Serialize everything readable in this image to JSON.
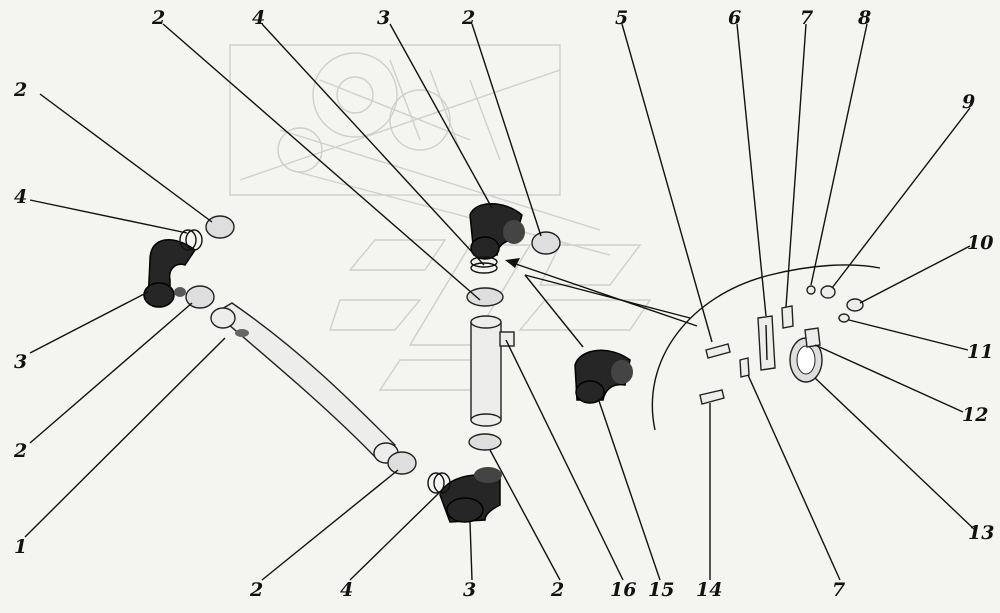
{
  "callouts": [
    {
      "id": "c-2-top-left",
      "text": "2"
    },
    {
      "id": "c-4-left",
      "text": "4"
    },
    {
      "id": "c-3-left",
      "text": "3"
    },
    {
      "id": "c-2-left",
      "text": "2"
    },
    {
      "id": "c-1",
      "text": "1"
    },
    {
      "id": "c-2-top-a",
      "text": "2"
    },
    {
      "id": "c-4-top",
      "text": "4"
    },
    {
      "id": "c-3-top",
      "text": "3"
    },
    {
      "id": "c-2-top-b",
      "text": "2"
    },
    {
      "id": "c-5",
      "text": "5"
    },
    {
      "id": "c-6",
      "text": "6"
    },
    {
      "id": "c-7-top",
      "text": "7"
    },
    {
      "id": "c-8",
      "text": "8"
    },
    {
      "id": "c-9",
      "text": "9"
    },
    {
      "id": "c-10",
      "text": "10"
    },
    {
      "id": "c-11",
      "text": "11"
    },
    {
      "id": "c-12",
      "text": "12"
    },
    {
      "id": "c-13",
      "text": "13"
    },
    {
      "id": "c-2-bottom-a",
      "text": "2"
    },
    {
      "id": "c-4-bottom",
      "text": "4"
    },
    {
      "id": "c-3-bottom",
      "text": "3"
    },
    {
      "id": "c-2-bottom-b",
      "text": "2"
    },
    {
      "id": "c-16",
      "text": "16"
    },
    {
      "id": "c-15",
      "text": "15"
    },
    {
      "id": "c-14",
      "text": "14"
    },
    {
      "id": "c-7-bottom",
      "text": "7"
    }
  ]
}
